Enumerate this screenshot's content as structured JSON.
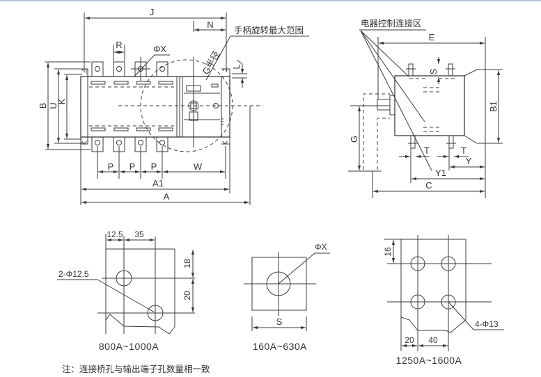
{
  "front_view": {
    "dimensions": {
      "J": "J",
      "N": "N",
      "R": "R",
      "phi_x": "ΦX",
      "G_radius": "G半径",
      "L": "L",
      "B": "B",
      "U": "U",
      "K": "K",
      "P1": "P",
      "P2": "P",
      "P3": "P",
      "W": "W",
      "A1": "A1",
      "A": "A"
    },
    "handle_range_label": "手柄旋转最大范围"
  },
  "side_view": {
    "control_zone_label": "电器控制连接区",
    "dimensions": {
      "E": "E",
      "S": "S",
      "B1": "B1",
      "G": "G",
      "T1": "T",
      "T2": "T",
      "Y": "Y",
      "Y1": "Y1",
      "C": "C"
    }
  },
  "terminal_details": [
    {
      "caption": "800A~1000A",
      "hole_label": "2-Φ12.5",
      "dims": {
        "h1": "12.5",
        "h2": "35",
        "v1": "18",
        "v2": "20"
      }
    },
    {
      "caption": "160A~630A",
      "hole_label": "ΦX",
      "dims": {
        "width": "S"
      }
    },
    {
      "caption": "1250A~1600A",
      "hole_label": "4-Φ13",
      "dims": {
        "v1": "16",
        "h1": "20",
        "h2": "40"
      }
    }
  ],
  "note": "注：连接桥孔与输出端子孔数量相一致",
  "colors": {
    "line": "#3a3a3a",
    "topbar": "#b5c3dc",
    "background": "#ffffff"
  }
}
